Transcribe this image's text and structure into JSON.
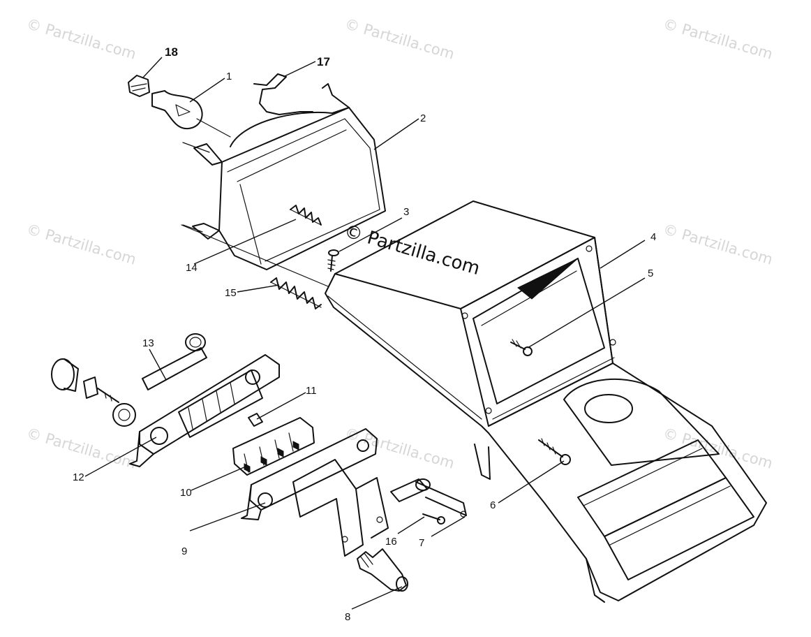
{
  "watermark": {
    "text": "© Partzilla.com"
  },
  "callouts": [
    {
      "id": "1",
      "label": "1"
    },
    {
      "id": "2",
      "label": "2"
    },
    {
      "id": "3",
      "label": "3"
    },
    {
      "id": "4",
      "label": "4"
    },
    {
      "id": "5",
      "label": "5"
    },
    {
      "id": "6",
      "label": "6"
    },
    {
      "id": "7",
      "label": "7"
    },
    {
      "id": "8",
      "label": "8"
    },
    {
      "id": "9",
      "label": "9"
    },
    {
      "id": "10",
      "label": "10"
    },
    {
      "id": "11",
      "label": "11"
    },
    {
      "id": "12",
      "label": "12"
    },
    {
      "id": "13",
      "label": "13"
    },
    {
      "id": "14",
      "label": "14"
    },
    {
      "id": "15",
      "label": "15"
    },
    {
      "id": "16",
      "label": "16"
    },
    {
      "id": "17",
      "label": "17"
    },
    {
      "id": "18",
      "label": "18"
    }
  ],
  "colors": {
    "ink": "#111111",
    "watermark": "#d6d6d6",
    "background": "#ffffff"
  }
}
